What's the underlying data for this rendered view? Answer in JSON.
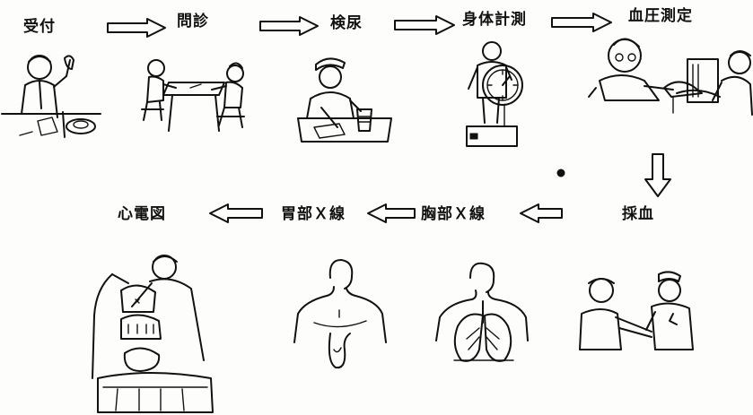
{
  "steps": {
    "reception": "受付",
    "interview": "問診",
    "urine_test": "検尿",
    "body_measurement": "身体計測",
    "blood_pressure": "血圧測定",
    "blood_draw": "採血",
    "chest_xray": "胸部Ｘ線",
    "stomach_xray": "胃部Ｘ線",
    "ecg": "心電図"
  },
  "icons": {
    "arrow_right": "right-arrow-icon",
    "arrow_left": "left-arrow-icon",
    "arrow_down": "down-arrow-icon"
  },
  "colors": {
    "ink": "#111111",
    "paper": "#fdfdfb"
  }
}
